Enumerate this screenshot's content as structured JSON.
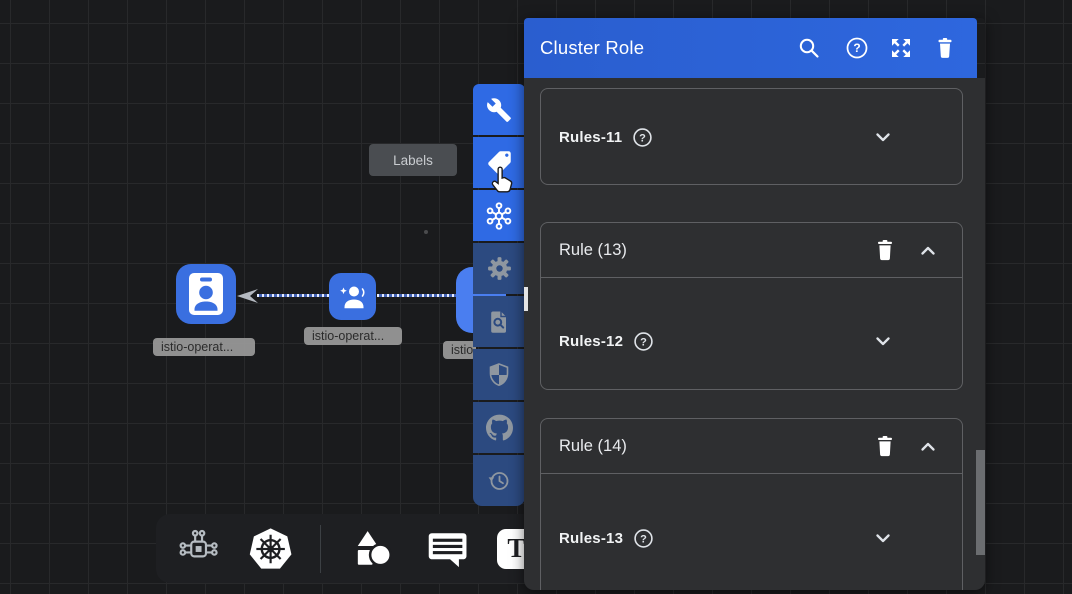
{
  "panel": {
    "title": "Cluster Role",
    "header_icons": [
      "search",
      "help",
      "expand",
      "delete"
    ],
    "cards": [
      {
        "rules_label": "Rules-11"
      },
      {
        "title": "Rule (13)",
        "rules_label": "Rules-12"
      },
      {
        "title": "Rule (14)",
        "rules_label": "Rules-13"
      }
    ],
    "help_glyph": "?"
  },
  "canvas": {
    "tooltip": "Labels",
    "nodes": [
      {
        "label": "istio-operat..."
      },
      {
        "label": "istio-operat..."
      },
      {
        "label": "istio"
      }
    ]
  },
  "left_toolbar": {
    "items": [
      "wrench",
      "labels-tag",
      "snowflake-hub",
      "settings-gear",
      "doc-search",
      "shield",
      "github",
      "history"
    ]
  },
  "bottom_toolbar": {
    "items": [
      "circuit-chip",
      "kubernetes-wheel",
      "shapes",
      "comment",
      "text-tool"
    ],
    "text_tool_glyph": "T"
  },
  "colors": {
    "header_blue": "#2c64d8",
    "toolbar_blue": "#2f6ae4",
    "toolbar_navy": "#2c4a80",
    "node_blue": "#3a6fe0",
    "panel_bg": "#2e2f31",
    "canvas_bg": "#1a1b1d"
  }
}
